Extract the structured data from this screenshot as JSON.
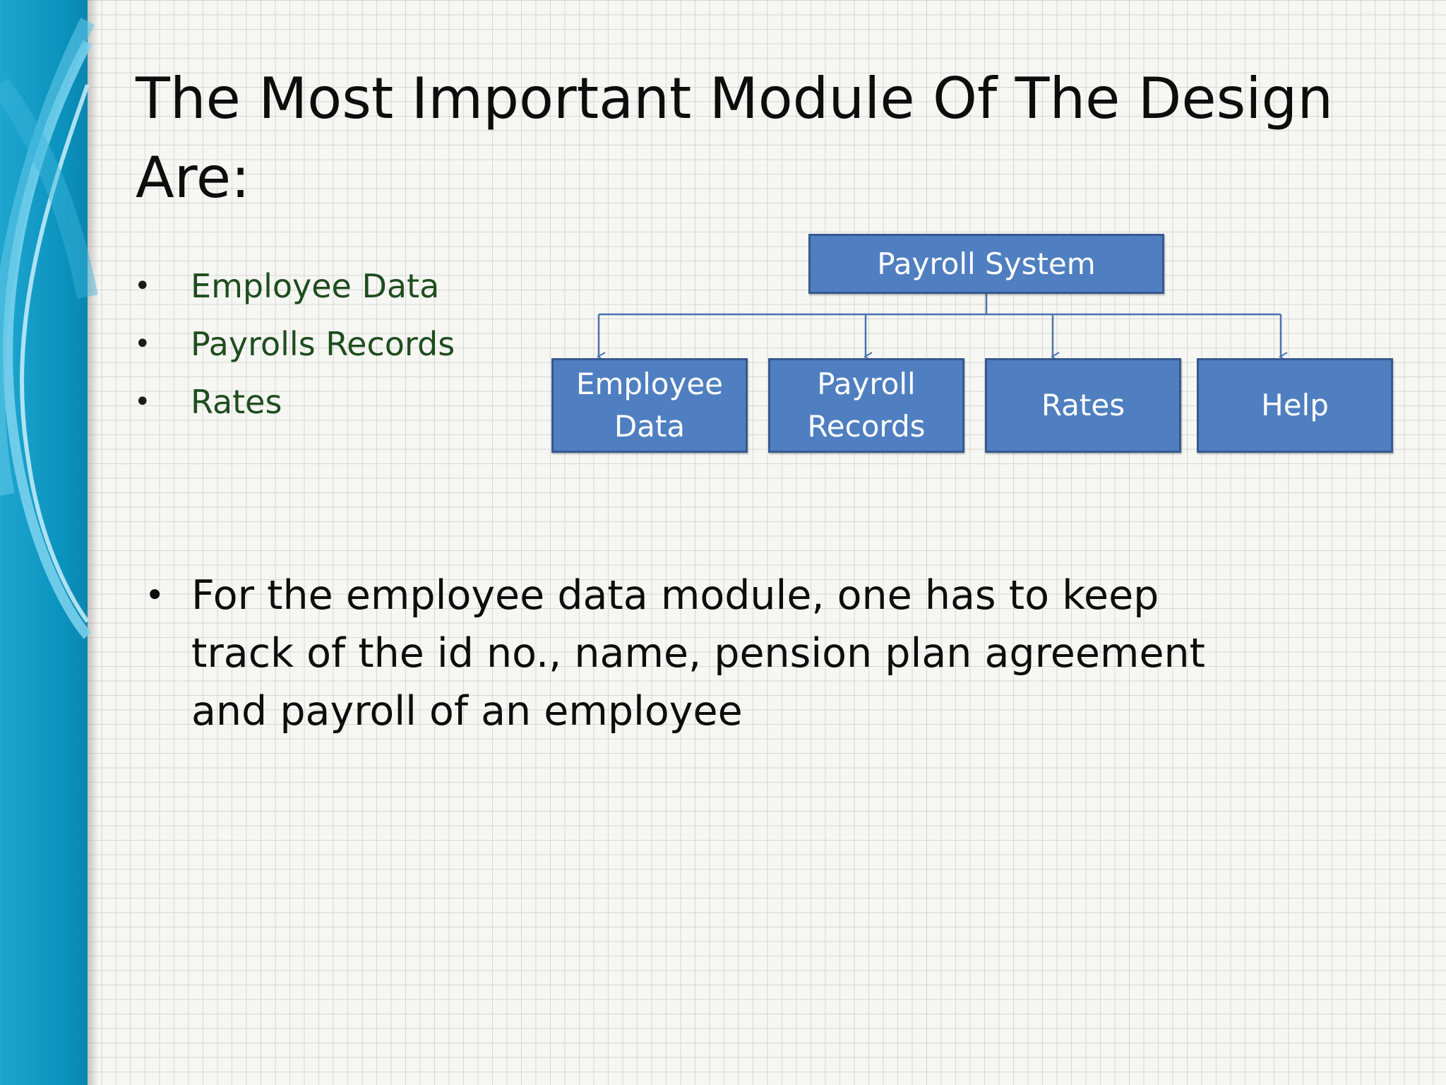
{
  "slide": {
    "title": "The Most Important Module Of  The Design Are:",
    "bullets": [
      "Employee Data",
      "Payrolls Records",
      "Rates"
    ],
    "description": "For the employee data module, one has to keep track of the id no., name, pension plan agreement and payroll of an employee"
  },
  "diagram": {
    "root": "Payroll System",
    "children": [
      "Employee Data",
      "Payroll Records",
      "Rates",
      "Help"
    ]
  },
  "colors": {
    "node_fill": "#4f7fc0",
    "node_border": "#35598f",
    "connector": "#4a72ad",
    "bullet_text": "#1e4d1e",
    "accent_band": "#1ea6cf"
  }
}
